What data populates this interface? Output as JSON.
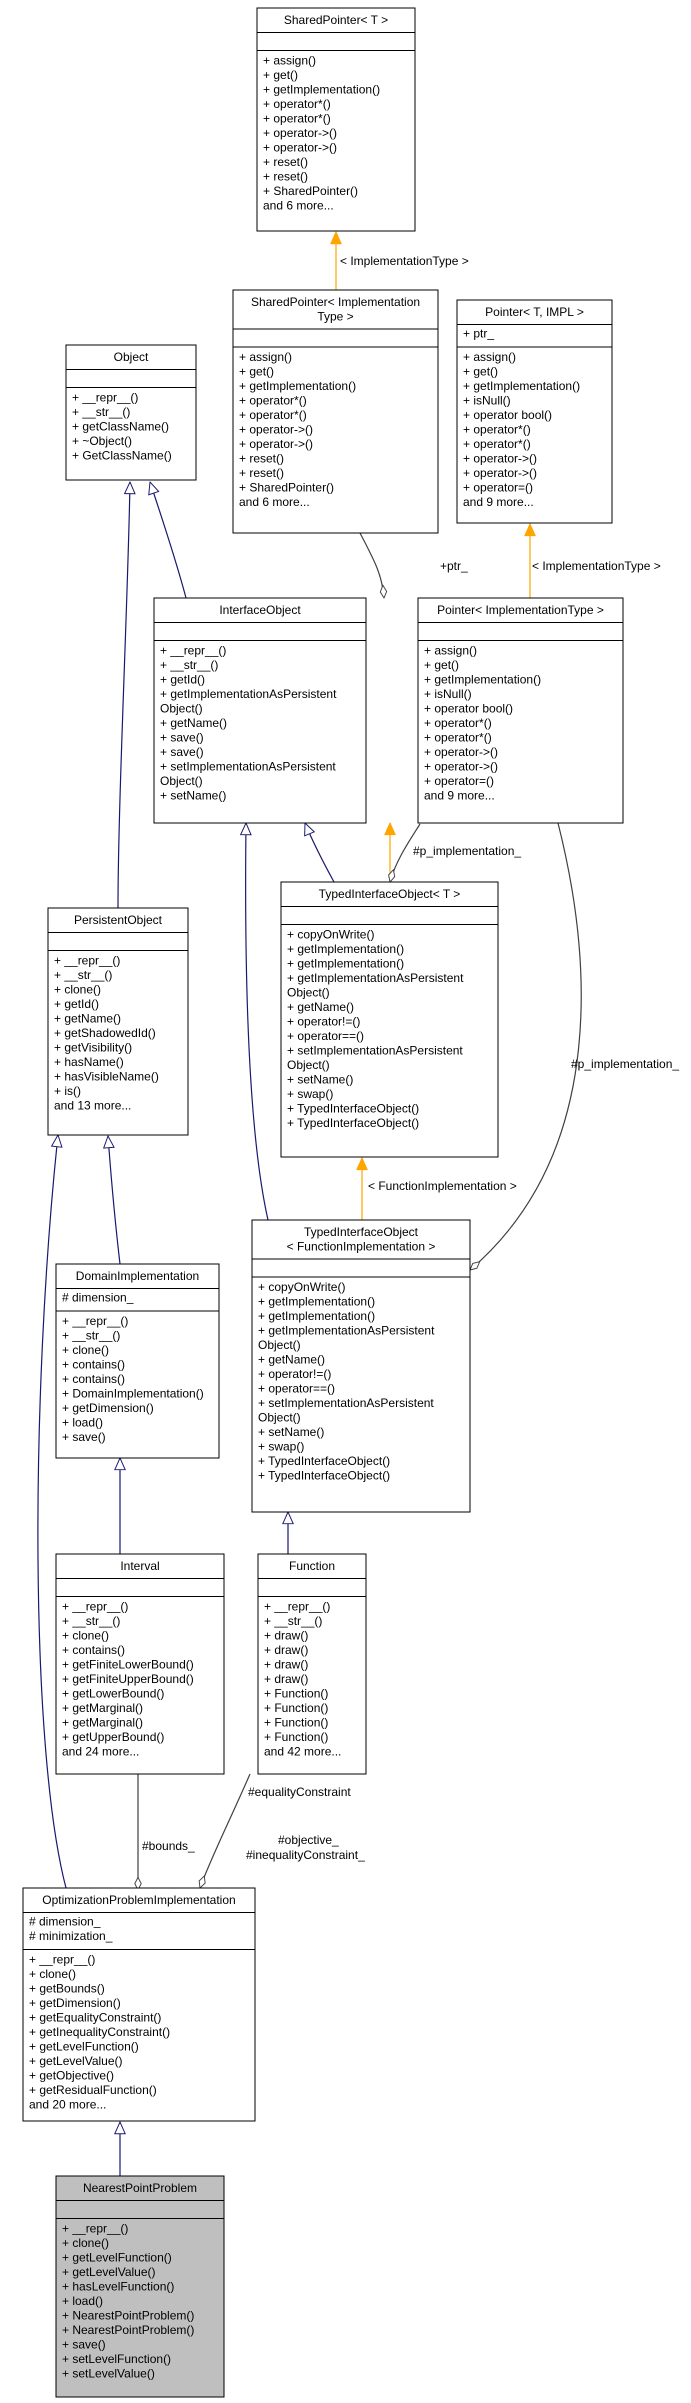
{
  "diagram": {
    "classes": [
      {
        "id": "sp_t",
        "title": [
          "SharedPointer< T >"
        ],
        "attributes": [],
        "methods": [
          "+ assign()",
          "+ get()",
          "+ getImplementation()",
          "+ operator*()",
          "+ operator*()",
          "+ operator->()",
          "+ operator->()",
          "+ reset()",
          "+ reset()",
          "+ SharedPointer()",
          "and 6 more..."
        ]
      },
      {
        "id": "sp_impl",
        "title": [
          "SharedPointer< Implementation",
          "Type >"
        ],
        "attributes": [],
        "methods": [
          "+ assign()",
          "+ get()",
          "+ getImplementation()",
          "+ operator*()",
          "+ operator*()",
          "+ operator->()",
          "+ operator->()",
          "+ reset()",
          "+ reset()",
          "+ SharedPointer()",
          "and 6 more..."
        ]
      },
      {
        "id": "ptr_t",
        "title": [
          "Pointer< T, IMPL >"
        ],
        "attributes": [
          "+ ptr_"
        ],
        "methods": [
          "+ assign()",
          "+ get()",
          "+ getImplementation()",
          "+ isNull()",
          "+ operator bool()",
          "+ operator*()",
          "+ operator*()",
          "+ operator->()",
          "+ operator->()",
          "+ operator=()",
          "and 9 more..."
        ]
      },
      {
        "id": "object",
        "title": [
          "Object"
        ],
        "attributes": [],
        "methods": [
          "+ __repr__()",
          "+ __str__()",
          "+ getClassName()",
          "+ ~Object()",
          "+ GetClassName()"
        ]
      },
      {
        "id": "ifaceobj",
        "title": [
          "InterfaceObject"
        ],
        "attributes": [],
        "methods": [
          "+ __repr__()",
          "+ __str__()",
          "+ getId()",
          "+ getImplementationAsPersistent",
          "Object()",
          "+ getName()",
          "+ save()",
          "+ save()",
          "+ setImplementationAsPersistent",
          "Object()",
          "+ setName()"
        ]
      },
      {
        "id": "ptr_impl",
        "title": [
          "Pointer< ImplementationType >"
        ],
        "attributes": [],
        "methods": [
          "+ assign()",
          "+ get()",
          "+ getImplementation()",
          "+ isNull()",
          "+ operator bool()",
          "+ operator*()",
          "+ operator*()",
          "+ operator->()",
          "+ operator->()",
          "+ operator=()",
          "and 9 more..."
        ]
      },
      {
        "id": "persist",
        "title": [
          "PersistentObject"
        ],
        "attributes": [],
        "methods": [
          "+ __repr__()",
          "+ __str__()",
          "+ clone()",
          "+ getId()",
          "+ getName()",
          "+ getShadowedId()",
          "+ getVisibility()",
          "+ hasName()",
          "+ hasVisibleName()",
          "+ is()",
          "and 13 more..."
        ]
      },
      {
        "id": "tio_t",
        "title": [
          "TypedInterfaceObject< T >"
        ],
        "attributes": [],
        "methods": [
          "+ copyOnWrite()",
          "+ getImplementation()",
          "+ getImplementation()",
          "+ getImplementationAsPersistent",
          "Object()",
          "+ getName()",
          "+ operator!=()",
          "+ operator==()",
          "+ setImplementationAsPersistent",
          "Object()",
          "+ setName()",
          "+ swap()",
          "+ TypedInterfaceObject()",
          "+ TypedInterfaceObject()"
        ]
      },
      {
        "id": "domimpl",
        "title": [
          "DomainImplementation"
        ],
        "attributes": [
          "# dimension_"
        ],
        "methods": [
          "+ __repr__()",
          "+ __str__()",
          "+ clone()",
          "+ contains()",
          "+ contains()",
          "+ DomainImplementation()",
          "+ getDimension()",
          "+ load()",
          "+ save()"
        ]
      },
      {
        "id": "tio_fi",
        "title": [
          "TypedInterfaceObject",
          "< FunctionImplementation >"
        ],
        "attributes": [],
        "methods": [
          "+ copyOnWrite()",
          "+ getImplementation()",
          "+ getImplementation()",
          "+ getImplementationAsPersistent",
          "Object()",
          "+ getName()",
          "+ operator!=()",
          "+ operator==()",
          "+ setImplementationAsPersistent",
          "Object()",
          "+ setName()",
          "+ swap()",
          "+ TypedInterfaceObject()",
          "+ TypedInterfaceObject()"
        ]
      },
      {
        "id": "interval",
        "title": [
          "Interval"
        ],
        "attributes": [],
        "methods": [
          "+ __repr__()",
          "+ __str__()",
          "+ clone()",
          "+ contains()",
          "+ getFiniteLowerBound()",
          "+ getFiniteUpperBound()",
          "+ getLowerBound()",
          "+ getMarginal()",
          "+ getMarginal()",
          "+ getUpperBound()",
          "and 24 more..."
        ]
      },
      {
        "id": "function",
        "title": [
          "Function"
        ],
        "attributes": [],
        "methods": [
          "+ __repr__()",
          "+ __str__()",
          "+ draw()",
          "+ draw()",
          "+ draw()",
          "+ draw()",
          "+ Function()",
          "+ Function()",
          "+ Function()",
          "+ Function()",
          "and 42 more..."
        ]
      },
      {
        "id": "optprob",
        "title": [
          "OptimizationProblemImplementation"
        ],
        "attributes": [
          "# dimension_",
          "# minimization_"
        ],
        "methods": [
          "+ __repr__()",
          "+ clone()",
          "+ getBounds()",
          "+ getDimension()",
          "+ getEqualityConstraint()",
          "+ getInequalityConstraint()",
          "+ getLevelFunction()",
          "+ getLevelValue()",
          "+ getObjective()",
          "+ getResidualFunction()",
          "and 20 more..."
        ]
      },
      {
        "id": "nearest",
        "title": [
          "NearestPointProblem"
        ],
        "attributes": [],
        "methods": [
          "+ __repr__()",
          "+ clone()",
          "+ getLevelFunction()",
          "+ getLevelValue()",
          "+ hasLevelFunction()",
          "+ load()",
          "+ NearestPointProblem()",
          "+ NearestPointProblem()",
          "+ save()",
          "+ setLevelFunction()",
          "+ setLevelValue()"
        ]
      }
    ],
    "edge_labels": {
      "impl_type_1": "< ImplementationType >",
      "impl_type_2": "< ImplementationType >",
      "ptr": "+ptr_",
      "p_impl_1": "#p_implementation_",
      "p_impl_2": "#p_implementation_",
      "func_impl": "< FunctionImplementation >",
      "bounds": "#bounds_",
      "eq_constraint": "#equalityConstraint",
      "objective": "#objective_",
      "ineq_constraint": "#inequalityConstraint_"
    },
    "colors": {
      "inheritance": "#191970",
      "template": "#ffa500",
      "usage": "#404040",
      "highlight_fill": "#bfbfbf"
    }
  }
}
